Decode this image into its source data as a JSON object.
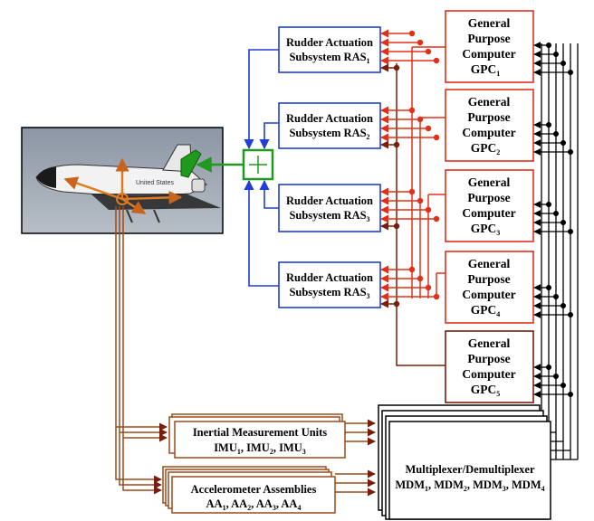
{
  "colors": {
    "blue": "#1f3fd6",
    "red": "#e0301a",
    "brown": "#7a1e0c",
    "orange": "#c8641e",
    "green": "#1f9a1f",
    "black": "#000000",
    "photo_bg": "#9aa3ae"
  },
  "rudder_actuators": [
    {
      "line1": "Rudder Actuation",
      "line2": "Subsystem RAS",
      "sub": "1"
    },
    {
      "line1": "Rudder Actuation",
      "line2": "Subsystem RAS",
      "sub": "2"
    },
    {
      "line1": "Rudder Actuation",
      "line2": "Subsystem RAS",
      "sub": "3"
    },
    {
      "line1": "Rudder Actuation",
      "line2": "Subsystem RAS",
      "sub": "3"
    }
  ],
  "computers": [
    {
      "l1": "General",
      "l2": "Purpose",
      "l3": "Computer",
      "l4": "GPC",
      "sub": "1"
    },
    {
      "l1": "General",
      "l2": "Purpose",
      "l3": "Computer",
      "l4": "GPC",
      "sub": "2"
    },
    {
      "l1": "General",
      "l2": "Purpose",
      "l3": "Computer",
      "l4": "GPC",
      "sub": "3"
    },
    {
      "l1": "General",
      "l2": "Purpose",
      "l3": "Computer",
      "l4": "GPC",
      "sub": "4"
    },
    {
      "l1": "General",
      "l2": "Purpose",
      "l3": "Computer",
      "l4": "GPC",
      "sub": "5"
    }
  ],
  "imu": {
    "title": "Inertial Measurement Units",
    "items": [
      {
        "name": "IMU",
        "sub": "1"
      },
      {
        "name": "IMU",
        "sub": "2"
      },
      {
        "name": "IMU",
        "sub": "3"
      }
    ]
  },
  "aa": {
    "title": "Accelerometer Assemblies",
    "items": [
      {
        "name": "AA",
        "sub": "1"
      },
      {
        "name": "AA",
        "sub": "2"
      },
      {
        "name": "AA",
        "sub": "3"
      },
      {
        "name": "AA",
        "sub": "4"
      }
    ]
  },
  "mdm": {
    "title": "Multiplexer/Demultiplexer",
    "items": [
      {
        "name": "MDM",
        "sub": "1"
      },
      {
        "name": "MDM",
        "sub": "2"
      },
      {
        "name": "MDM",
        "sub": "3"
      },
      {
        "name": "MDM",
        "sub": "4"
      }
    ]
  },
  "shuttle_photo": {
    "livery_text": "United States"
  }
}
